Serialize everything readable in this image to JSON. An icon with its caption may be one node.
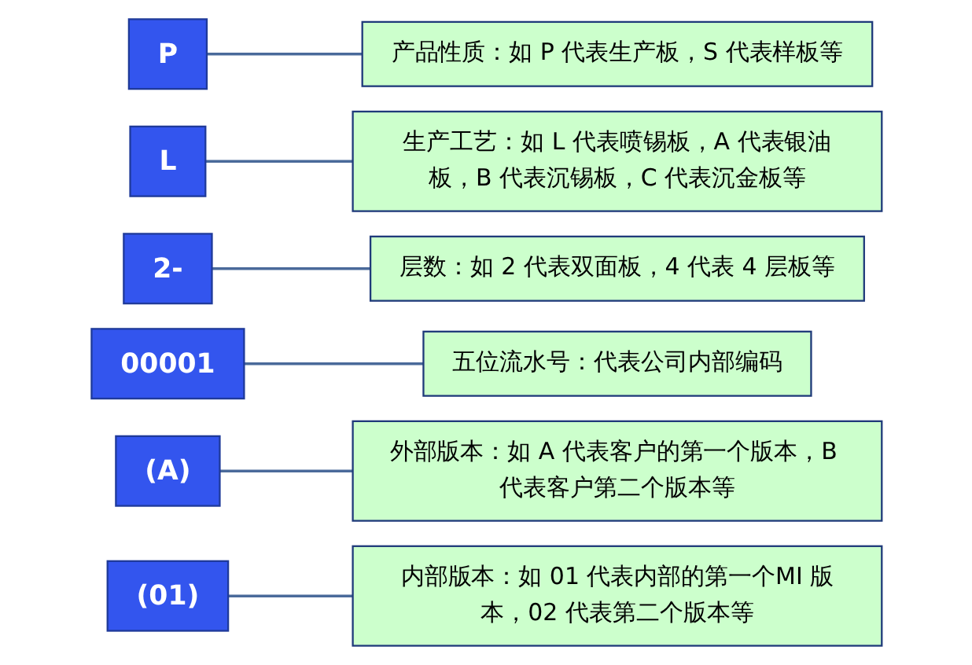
{
  "diagram": {
    "nodes": [
      {
        "text": [
          "P"
        ]
      },
      {
        "text": [
          "L"
        ]
      },
      {
        "text": [
          "2-"
        ]
      },
      {
        "text": [
          "00001"
        ]
      },
      {
        "text": [
          "(A)"
        ]
      },
      {
        "text": [
          "(01)"
        ]
      },
      {
        "text": [
          "内部版本：如 01 代表内部的第一个MI 版本，02 代表第二个版本等"
        ]
      },
      {
        "text": [
          "外部版本：如 A 代表客户的第一个版本，B 代表客户第二个版本等"
        ]
      },
      {
        "text": [
          "五位流水号：代表公司内部编码"
        ]
      },
      {
        "text": [
          "层数：如 2 代表双面板，4 代表 4 层板等"
        ]
      },
      {
        "text": [
          "生产工艺：如 L 代表喷锡板，A 代表银油板，B 代表沉锡板，C 代表沉金板等"
        ]
      },
      {
        "text": [
          "产品性质：如 P 代表生产板，S 代表样板等"
        ]
      }
    ],
    "edges": [
      {
        "from": 0,
        "to": 11,
        "arrow": "none"
      },
      {
        "from": 1,
        "to": 10,
        "arrow": "none"
      },
      {
        "from": 2,
        "to": 9,
        "arrow": "none"
      },
      {
        "from": 3,
        "to": 8,
        "arrow": "none"
      },
      {
        "from": 4,
        "to": 7,
        "arrow": "none"
      },
      {
        "from": 5,
        "to": 6,
        "arrow": "none"
      }
    ]
  }
}
